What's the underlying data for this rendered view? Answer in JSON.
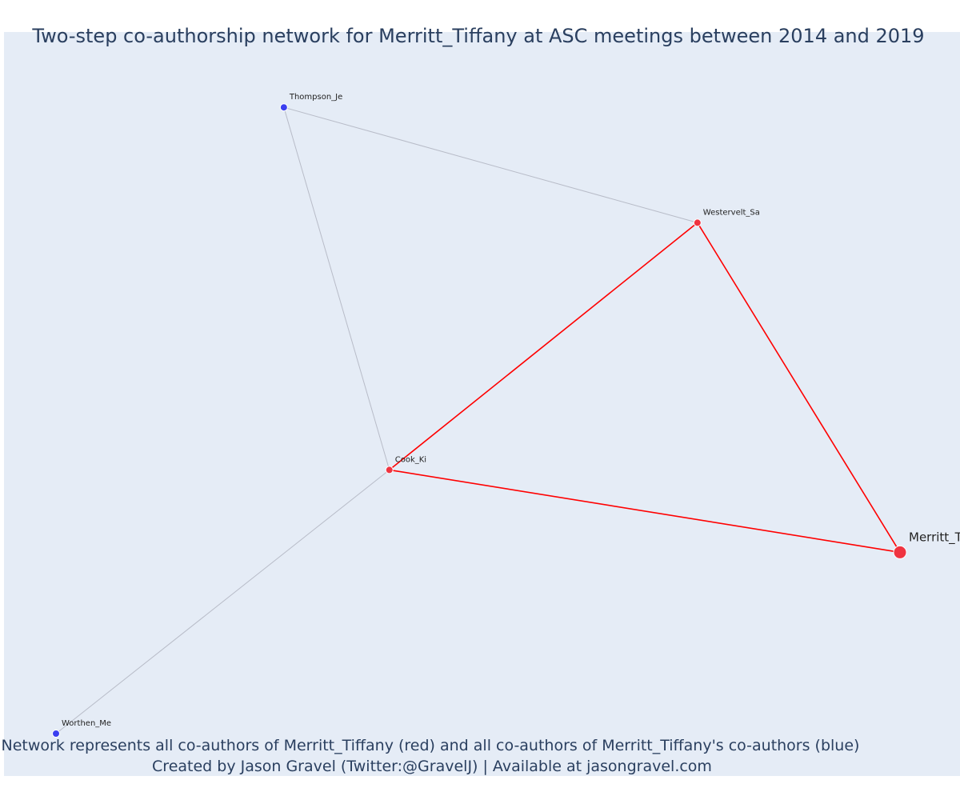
{
  "title": "Two-step co-authorship network for Merritt_Tiffany at ASC meetings between 2014 and 2019",
  "caption": {
    "line1": "Network represents all co-authors of Merritt_Tiffany (red) and all co-authors of Merritt_Tiffany's co-authors (blue)",
    "line2": "Created by Jason Gravel (Twitter:@GravelJ) | Available at jasongravel.com"
  },
  "colors": {
    "plot_background": "#e5ecf6",
    "coauthor_node": "#ef3340",
    "second_step_node": "#3b3ff0",
    "focal_edge": "#ff0000",
    "other_edge": "#b8bcc8",
    "title_text": "#2a3f5f"
  },
  "chart_data": {
    "type": "network",
    "title": "Two-step co-authorship network for Merritt_Tiffany at ASC meetings between 2014 and 2019",
    "nodes": [
      {
        "id": "Merritt_Tiffany",
        "label": "Merritt_Tiffany",
        "group": "focal",
        "x": 1.0,
        "y": 0.275
      },
      {
        "id": "Westervelt_Sa",
        "label": "Westervelt_Sa",
        "group": "coauthor",
        "x": 0.76,
        "y": 0.775
      },
      {
        "id": "Cook_Ki",
        "label": "Cook_Ki",
        "group": "coauthor",
        "x": 0.395,
        "y": 0.4
      },
      {
        "id": "Thompson_Je",
        "label": "Thompson_Je",
        "group": "second_step",
        "x": 0.27,
        "y": 0.95
      },
      {
        "id": "Worthen_Me",
        "label": "Worthen_Me",
        "group": "second_step",
        "x": 0.0,
        "y": 0.0
      }
    ],
    "edges": [
      {
        "source": "Merritt_Tiffany",
        "target": "Westervelt_Sa",
        "type": "focal"
      },
      {
        "source": "Merritt_Tiffany",
        "target": "Cook_Ki",
        "type": "focal"
      },
      {
        "source": "Westervelt_Sa",
        "target": "Cook_Ki",
        "type": "focal"
      },
      {
        "source": "Thompson_Je",
        "target": "Westervelt_Sa",
        "type": "other"
      },
      {
        "source": "Thompson_Je",
        "target": "Cook_Ki",
        "type": "other"
      },
      {
        "source": "Cook_Ki",
        "target": "Worthen_Me",
        "type": "other"
      }
    ]
  }
}
